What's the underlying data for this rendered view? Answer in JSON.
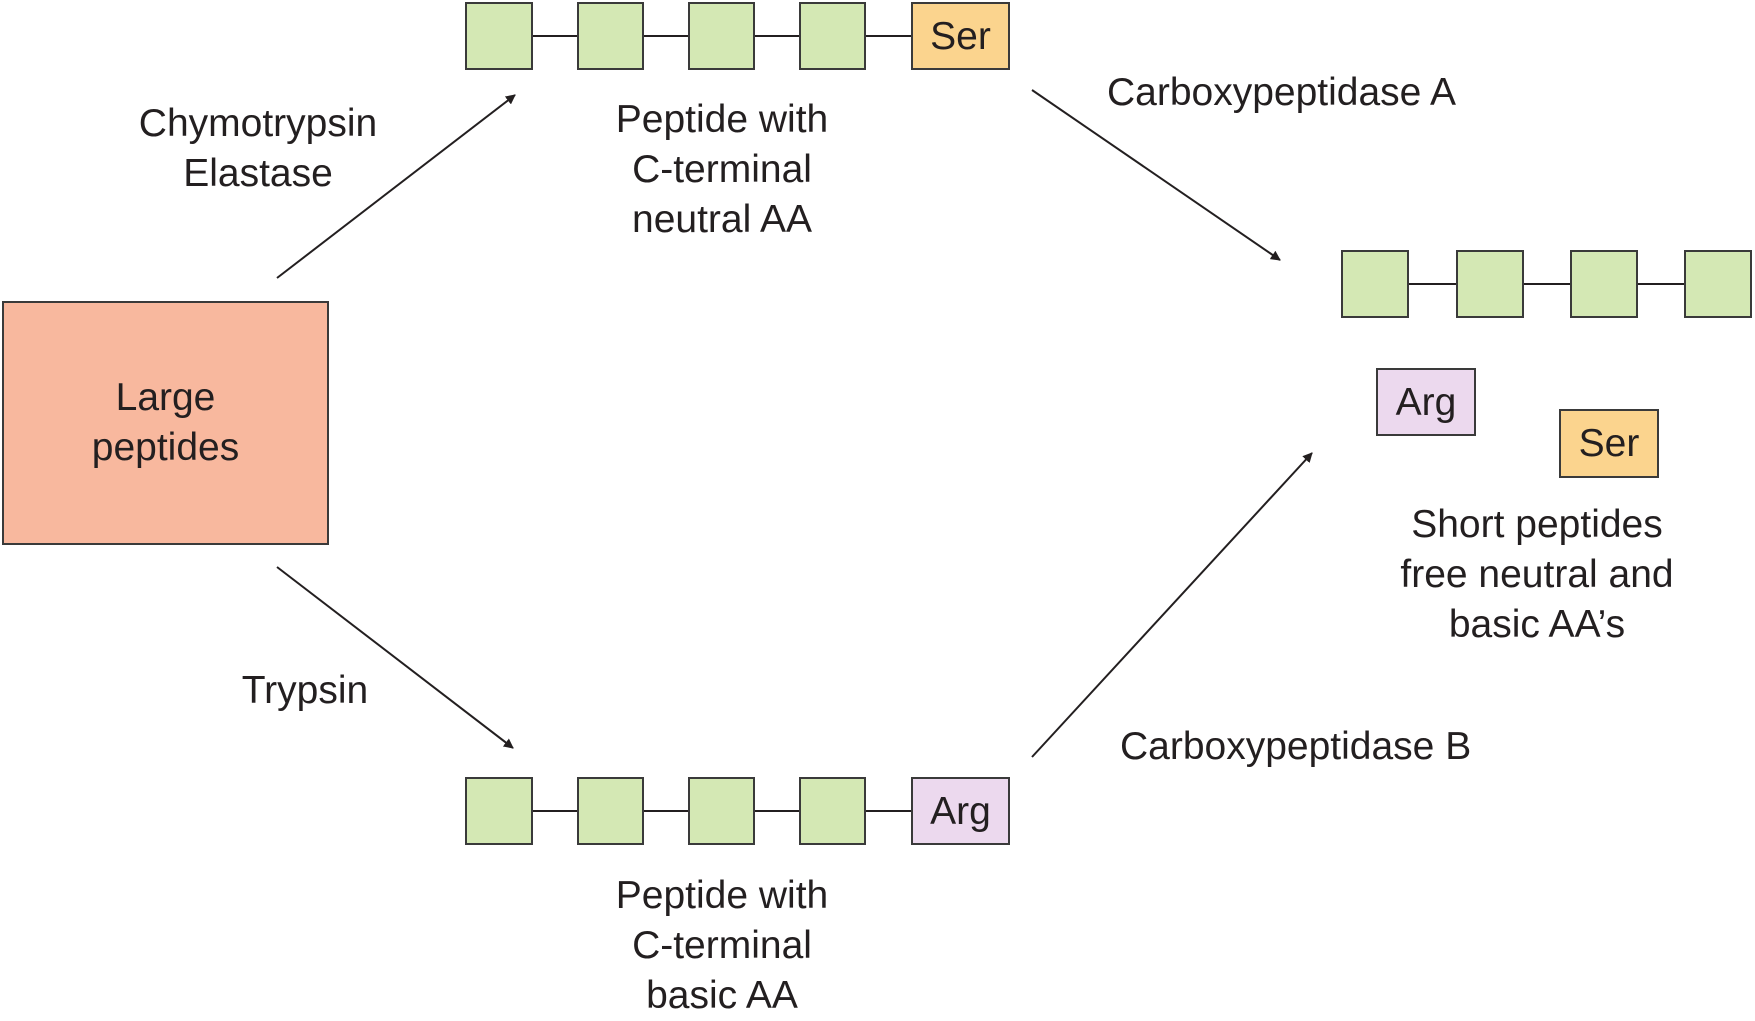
{
  "large_peptides": {
    "line1": "Large",
    "line2": "peptides"
  },
  "enzymes": {
    "top_left": {
      "line1": "Chymotrypsin",
      "line2": "Elastase"
    },
    "bottom_left": "Trypsin",
    "top_right": "Carboxypeptidase A",
    "bottom_right": "Carboxypeptidase B"
  },
  "top_peptide": {
    "terminal_residue": "Ser",
    "caption": {
      "line1": "Peptide with",
      "line2": "C-terminal",
      "line3": "neutral AA"
    }
  },
  "bottom_peptide": {
    "terminal_residue": "Arg",
    "caption": {
      "line1": "Peptide with",
      "line2": "C-terminal",
      "line3": "basic AA"
    }
  },
  "products": {
    "free_arg": "Arg",
    "free_ser": "Ser",
    "caption": {
      "line1": "Short peptides",
      "line2": "free neutral and",
      "line3": "basic AA’s"
    }
  },
  "colors": {
    "residue_green": "#d4e8b4",
    "ser_orange": "#fbd48e",
    "arg_pink": "#ecd9ee",
    "large_box": "#f8b89e"
  }
}
